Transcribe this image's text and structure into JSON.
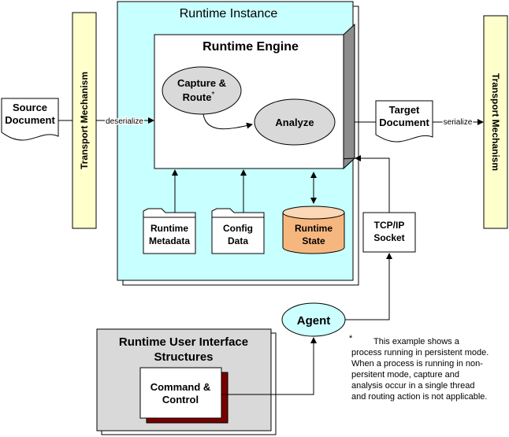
{
  "instance": {
    "title": "Runtime Instance"
  },
  "engine": {
    "title": "Runtime Engine"
  },
  "nodes": {
    "capture_route": {
      "line1": "Capture &",
      "line2": "Route",
      "mark": "*"
    },
    "analyze": {
      "label": "Analyze"
    },
    "source_document": {
      "line1": "Source",
      "line2": "Document"
    },
    "target_document": {
      "line1": "Target",
      "line2": "Document"
    },
    "transport_left": {
      "label": "Transport Mechanism"
    },
    "transport_right": {
      "label": "Transport Mechanism"
    },
    "runtime_metadata": {
      "line1": "Runtime",
      "line2": "Metadata"
    },
    "config_data": {
      "line1": "Config",
      "line2": "Data"
    },
    "runtime_state": {
      "line1": "Runtime",
      "line2": "State"
    },
    "tcpip_socket": {
      "line1": "TCP/IP",
      "line2": "Socket"
    },
    "agent": {
      "label": "Agent"
    },
    "ui_structures": {
      "line1": "Runtime User Interface",
      "line2": "Structures"
    },
    "command_control": {
      "line1": "Command &",
      "line2": "Control"
    }
  },
  "edge_labels": {
    "deserialize": "deserialize",
    "serialize": "serialize"
  },
  "footnote": {
    "mark": "*",
    "lines": [
      "This example shows a",
      "process running in persistent mode.",
      "When a process is running in non-",
      "persitent mode, capture and",
      "analysis occur in a single thread",
      "and routing action is not applicable."
    ]
  },
  "colors": {
    "instance_fill": "#c8ffff",
    "engine_fill": "#ffffff",
    "engine_shadow": "#8c8c8c",
    "node_fill": "#d9d9d9",
    "agent_fill": "#ccffff",
    "transport_fill": "#ffffcc",
    "state_fill": "#f6b77f",
    "ui_panel_fill": "#d9d9d9",
    "control_shadow": "#7a0000"
  }
}
